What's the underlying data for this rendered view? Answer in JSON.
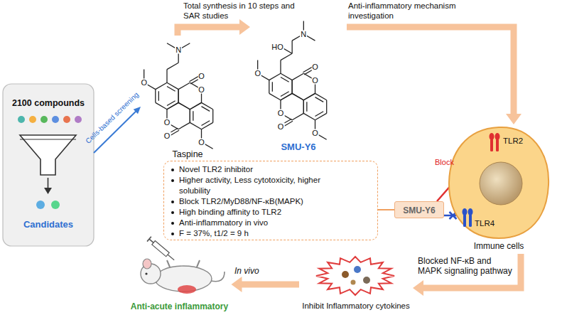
{
  "diagram": {
    "nodes": [
      {
        "text": [
          "2100 compounds",
          "Candidates"
        ]
      },
      {
        "text": [
          "Taspine"
        ]
      },
      {
        "text": [
          "SMU-Y6"
        ]
      },
      {
        "text": [
          "Novel TLR2 inhibitor",
          "Higher activity, Less cytotoxicity, higher solubility",
          "Block TLR2/MyD88/NF-κB(MAPK)",
          "High binding affinity to TLR2",
          "Anti-inflammatory in vivo",
          "F = 37%, t1/2 = 9 h"
        ]
      },
      {
        "text": [
          "SMU-Y6"
        ]
      },
      {
        "text": [
          "Immune cells"
        ]
      },
      {
        "text": [
          "TLR2"
        ],
        "in": 5
      },
      {
        "text": [
          "TLR4"
        ],
        "in": 5
      },
      {
        "text": [
          "Anti-acute inflammatory"
        ]
      },
      {
        "text": [
          "Inhibit Inflammatory cytokines"
        ]
      }
    ],
    "edges": [
      {
        "from": 0,
        "to": 1,
        "arrow": "to",
        "label": "Cells-based screening"
      },
      {
        "from": 1,
        "to": 2,
        "arrow": "to",
        "label": "Total synthesis in 10 steps and SAR studies"
      },
      {
        "from": 2,
        "to": 5,
        "arrow": "to",
        "label": "Anti-inflammatory mechanism investigation"
      },
      {
        "from": 3,
        "to": 4,
        "arrow": "none"
      },
      {
        "from": 4,
        "to": 6,
        "arrow": "none",
        "label": "Block"
      },
      {
        "from": 4,
        "to": 7,
        "arrow": "none"
      },
      {
        "from": 5,
        "to": 9,
        "arrow": "to",
        "label": "Blocked NF-κB and MAPK signaling pathway"
      },
      {
        "from": 9,
        "to": 8,
        "arrow": "to",
        "label": "In vivo"
      }
    ],
    "labels": [
      "N",
      "O",
      "O",
      "O",
      "O",
      "O",
      "O",
      "HO",
      "N",
      "O",
      "O",
      "O",
      "O",
      "O",
      "O"
    ]
  }
}
